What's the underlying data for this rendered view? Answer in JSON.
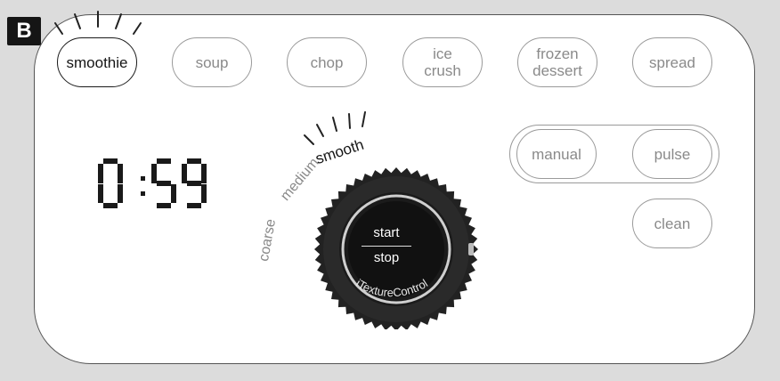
{
  "badge": "B",
  "programs": [
    {
      "id": "smoothie",
      "lines": [
        "smoothie"
      ],
      "active": true
    },
    {
      "id": "soup",
      "lines": [
        "soup"
      ],
      "active": false
    },
    {
      "id": "chop",
      "lines": [
        "chop"
      ],
      "active": false
    },
    {
      "id": "ice-crush",
      "lines": [
        "ice",
        "crush"
      ],
      "active": false
    },
    {
      "id": "frozen-dessert",
      "lines": [
        "frozen",
        "dessert"
      ],
      "active": false
    },
    {
      "id": "spread",
      "lines": [
        "spread"
      ],
      "active": false
    }
  ],
  "modes": {
    "manual": "manual",
    "pulse": "pulse",
    "clean": "clean"
  },
  "timer": {
    "digits": [
      "0",
      "5",
      "9"
    ],
    "display": "0:59"
  },
  "texture": {
    "options": [
      "coarse",
      "medium",
      "smooth"
    ],
    "selected": "smooth",
    "brand": "iTextureControl"
  },
  "center_button": {
    "top": "start",
    "bottom": "stop"
  },
  "colors": {
    "active": "#151515",
    "inactive": "#8a8a8a",
    "dial": "#1e1e1e",
    "panel": "#ffffff",
    "background": "#dcdcdc"
  }
}
